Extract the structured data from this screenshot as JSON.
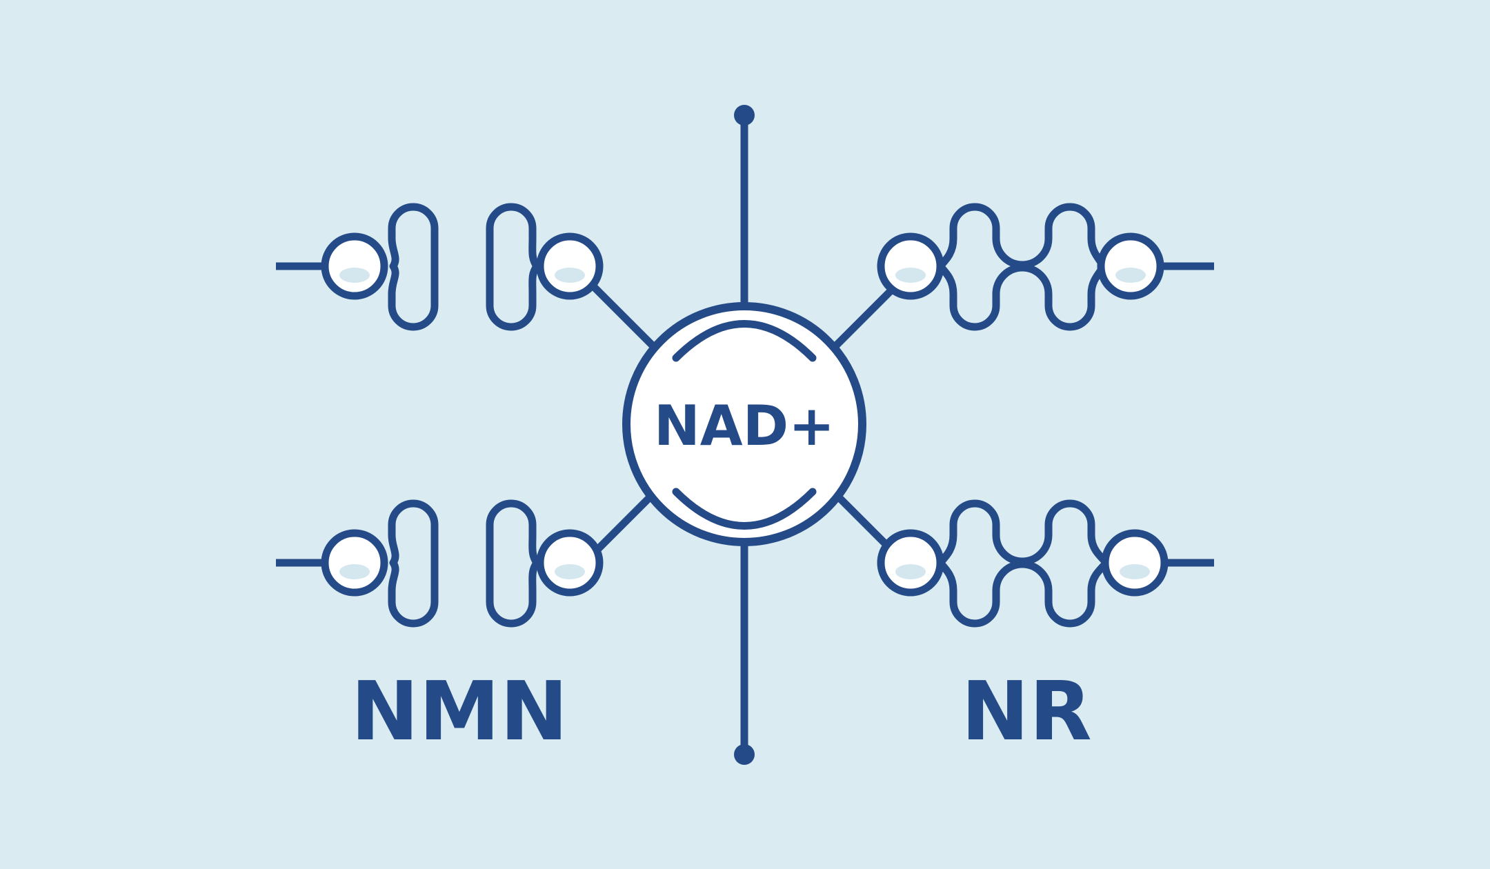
{
  "colors": {
    "background": "#daecf1",
    "stroke": "#244b87",
    "bead_fill": "#ffffff",
    "bead_shine": "#d4e6ee"
  },
  "center": {
    "label": "NAD+"
  },
  "molecules": [
    {
      "label": "NMN"
    },
    {
      "label": "NR"
    }
  ]
}
